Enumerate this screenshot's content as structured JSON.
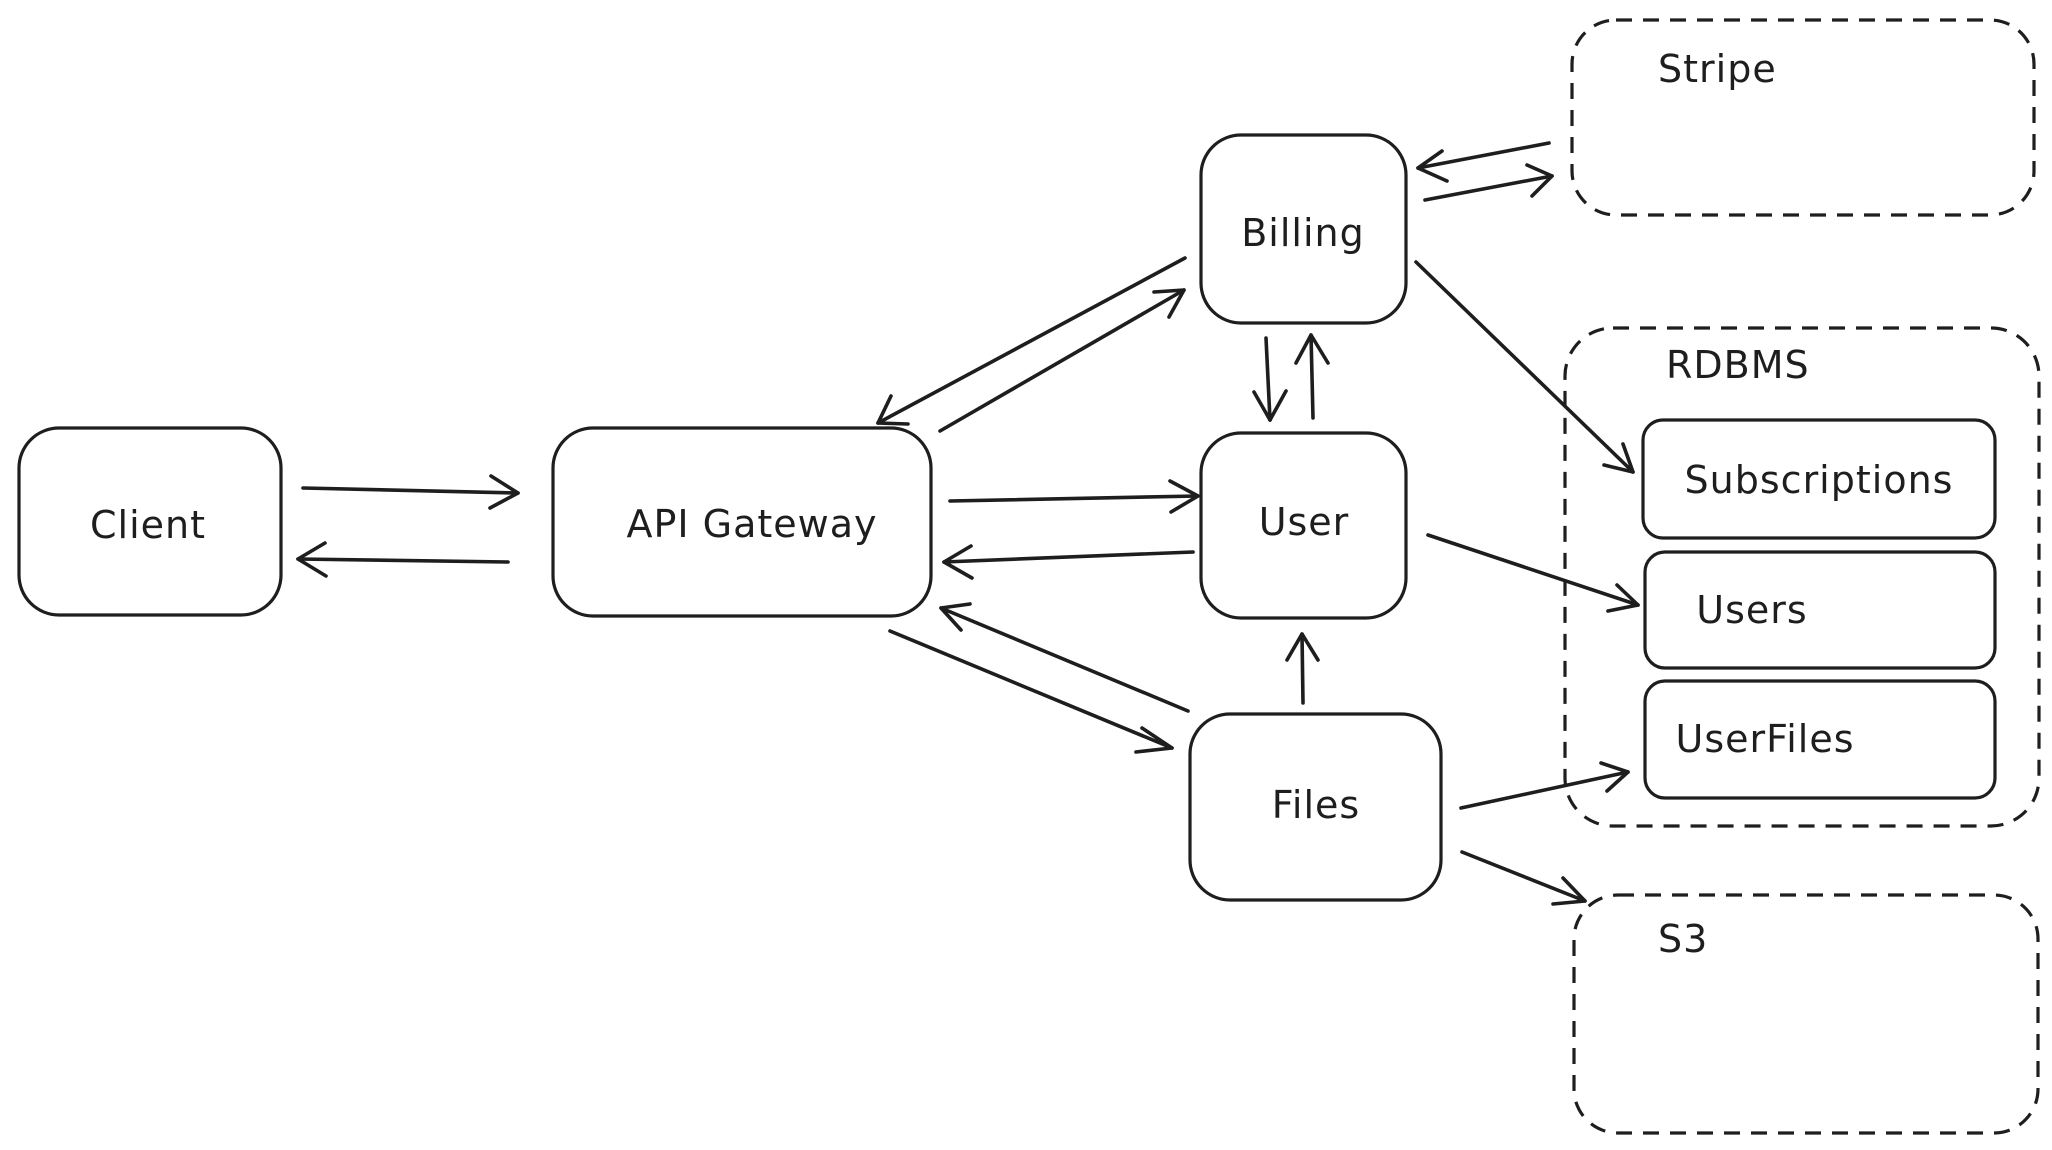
{
  "diagram": {
    "stroke_color": "#1e1e1e",
    "background_color": "#ffffff",
    "nodes": {
      "client": "Client",
      "api_gateway": "API Gateway",
      "billing": "Billing",
      "user": "User",
      "files": "Files"
    },
    "groups": {
      "stripe": "Stripe",
      "rdbms": "RDBMS",
      "s3": "S3"
    },
    "tables": {
      "subscriptions": "Subscriptions",
      "users": "Users",
      "user_files": "UserFiles"
    }
  }
}
